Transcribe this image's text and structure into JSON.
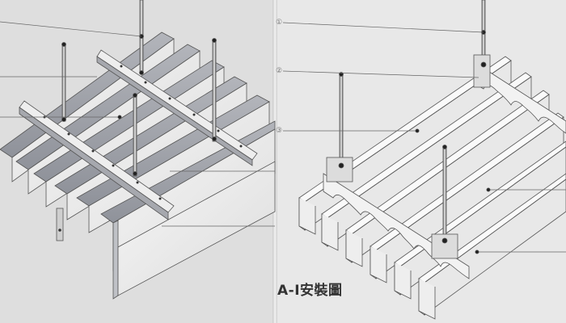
{
  "figure": {
    "caption": "A-I安裝圖",
    "callouts": [
      "①",
      "②",
      "③"
    ]
  },
  "colors": {
    "paper_left": "#dedede",
    "paper_right": "#e8e8e8",
    "line": "#555555",
    "face_light": "#f4f4f4",
    "face_mid": "#c9c9cc",
    "face_dark": "#9da0a6",
    "leader": "#666666"
  }
}
